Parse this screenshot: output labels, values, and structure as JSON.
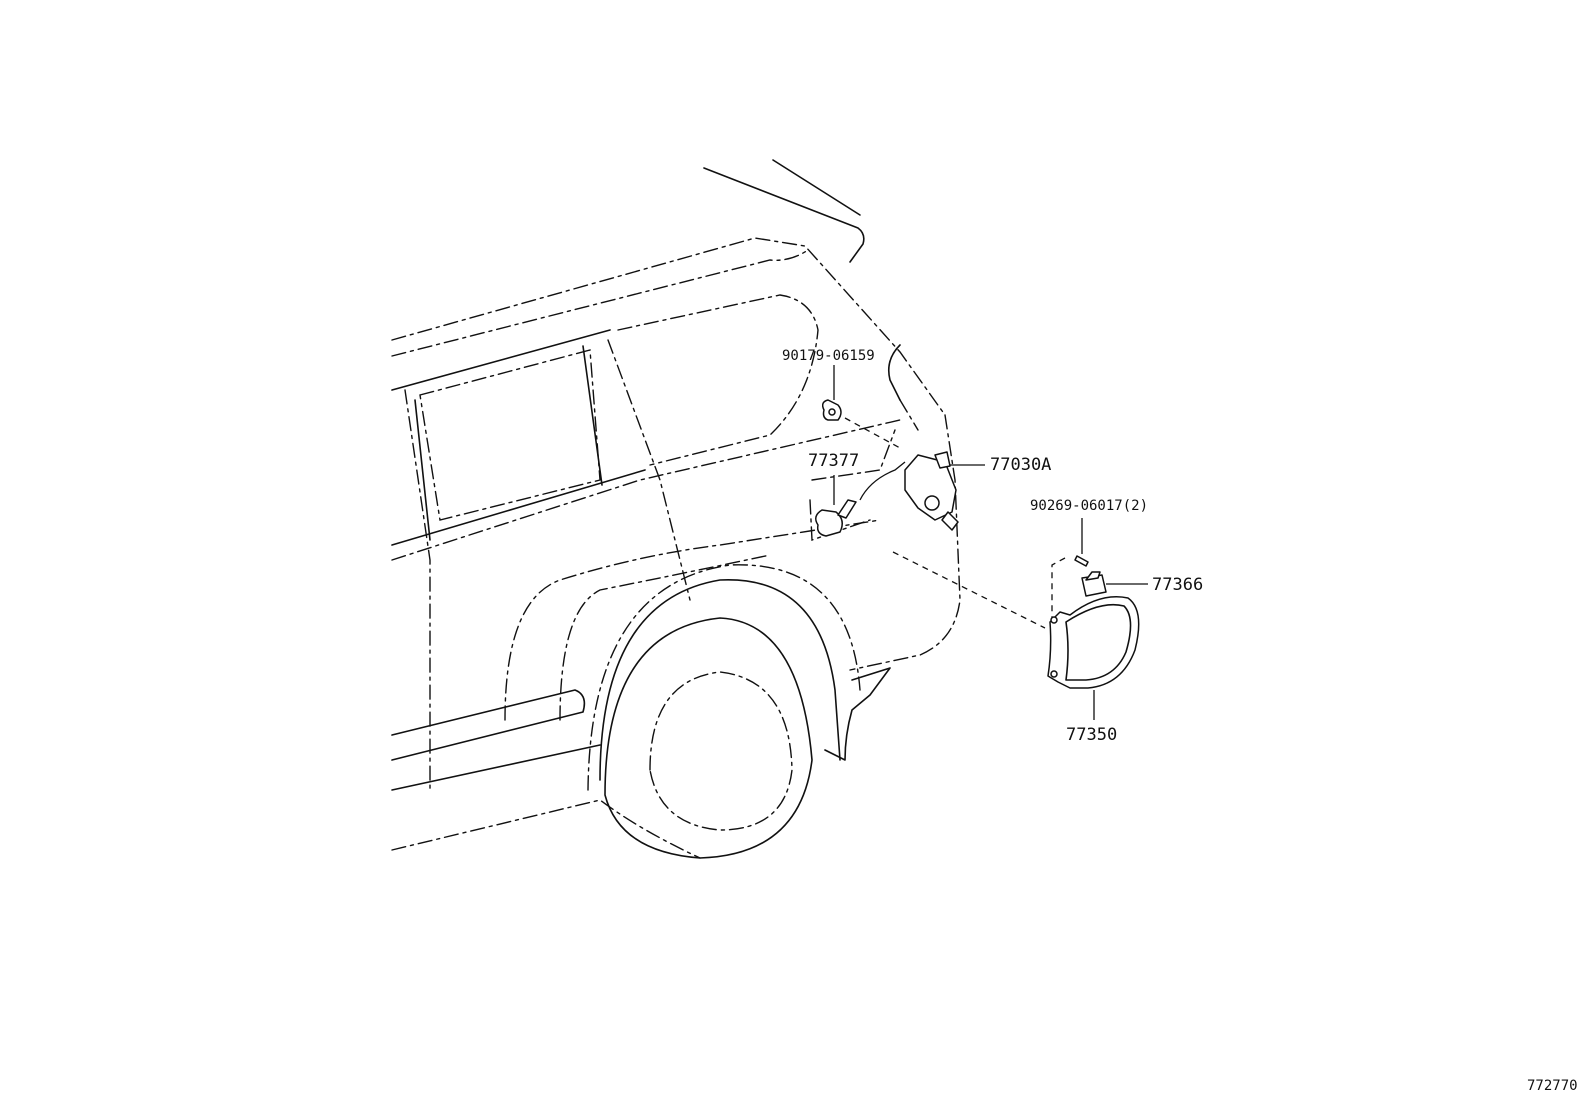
{
  "diagram": {
    "labels": {
      "bolt_90179": "90179-06159",
      "hinge_77377": "77377",
      "opener_77030a": "77030A",
      "screw_90269": "90269-06017(2)",
      "clip_77366": "77366",
      "lid_77350": "77350"
    },
    "figure_code": "772770"
  }
}
